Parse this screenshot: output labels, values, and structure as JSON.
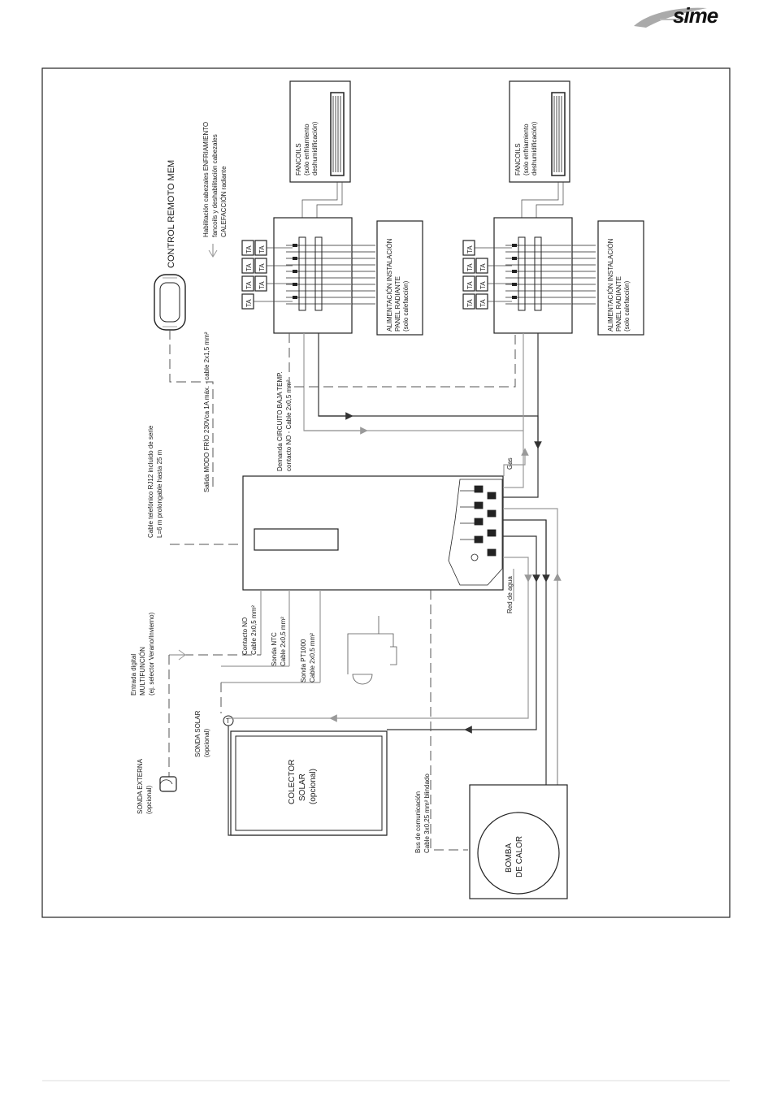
{
  "brand": {
    "logo_text": "sime"
  },
  "devices": {
    "control_remoto": "CONTROL REMOTO MEM",
    "fancoils_1": [
      "FANCOILS",
      "(solo enfriamiento",
      "deshumidificación)"
    ],
    "fancoils_2": [
      "FANCOILS",
      "(solo enfriamiento",
      "deshumidificación)"
    ],
    "alimentacion_1": [
      "ALIMENTACIÓN INSTALACIÓN",
      "PANEL RADIANTE",
      "(solo calefacción)"
    ],
    "alimentacion_2": [
      "ALIMENTACIÓN INSTALACIÓN",
      "PANEL RADIANTE",
      "(solo calefacción)"
    ],
    "colector_solar": [
      "COLECTOR",
      "SOLAR",
      "(opcional)"
    ],
    "bomba_calor": [
      "BOMBA",
      "DE CALOR"
    ],
    "sonda_externa": [
      "SONDA EXTERNA",
      "(opcional)"
    ],
    "sonda_solar": [
      "SONDA SOLAR",
      "(opcional)"
    ],
    "thermostat_label": "TA",
    "sensor_symbol": "T"
  },
  "connections": {
    "habilitacion": [
      "Habilitación cabezales ENFRIAMIENTO",
      "fancoils y deshabilitación cabezales",
      "CALEFACCIÓN radiante"
    ],
    "salida_modo_frio": "Salida MODO FRÍO 230Vca 1A máx. - cable 2x1,5 mm²",
    "cable_telefonico": [
      "Cable telefónico RJ12 incluido de serie",
      "L=6 m prolongable hasta 25 m"
    ],
    "demanda_circuito": [
      "Demanda CIRCUITO BAJA TEMP.",
      "contacto NO - Cable 2x0,5 mm²"
    ],
    "gas": "Gas",
    "red_de_agua": "Red de agua",
    "contacto_no": [
      "Contacto NO",
      "Cable 2x0,5 mm²"
    ],
    "sonda_ntc": [
      "Sonda NTC",
      "Cable 2x0,5 mm²"
    ],
    "sonda_pt1000": [
      "Sonda PT1000",
      "Cable 2x0,5 mm²"
    ],
    "entrada_digital": [
      "Entrada digital",
      "MULTIFUNCIÓN",
      "(ej. selector Verano/Invierno)"
    ],
    "bus_comunicacion": [
      "Bus de comunicación",
      "Cable 3x0,25 mm² blindado"
    ]
  }
}
